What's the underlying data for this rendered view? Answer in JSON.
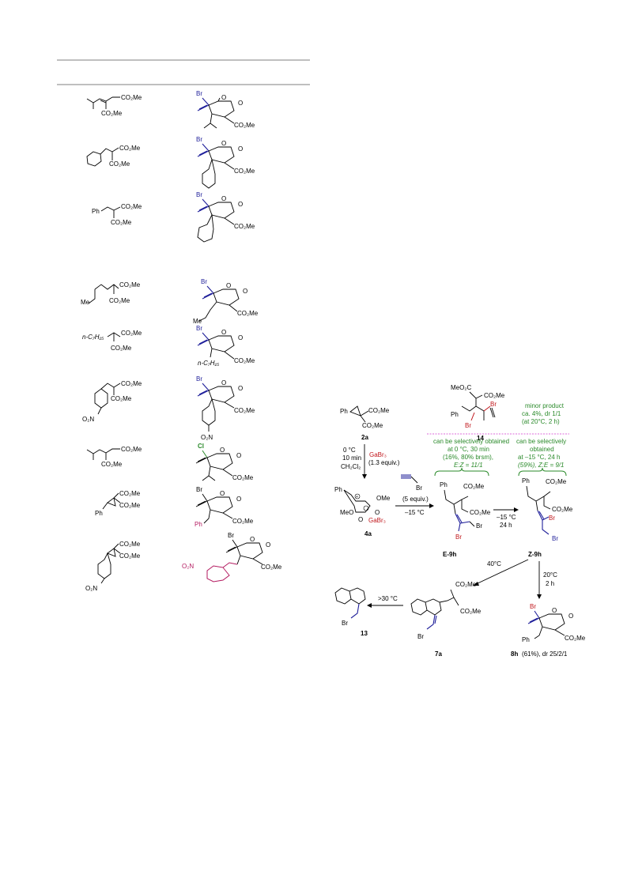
{
  "table": {
    "rows": [
      {
        "reactant_sub": "CO₂Me",
        "reactant_sub2": "CO₂Me",
        "product_halogen": "Br",
        "product_ester": "CO₂Me"
      },
      {
        "reactant_sub": "CO₂Me",
        "reactant_sub2": "CO₂Me",
        "product_halogen": "Br",
        "product_ester": "CO₂Me"
      },
      {
        "reactant_prefix": "Ph",
        "reactant_sub": "CO₂Me",
        "reactant_sub2": "CO₂Me",
        "product_halogen": "Br",
        "product_ester": "CO₂Me"
      },
      {
        "reactant_prefix": "Me",
        "reactant_sub": "CO₂Me",
        "reactant_sub2": "CO₂Me",
        "product_halogen": "Br",
        "product_prefix": "Me",
        "product_ester": "CO₂Me"
      },
      {
        "reactant_prefix": "n-C₇H₁₅",
        "reactant_sub": "CO₂Me",
        "reactant_sub2": "CO₂Me",
        "product_halogen": "Br",
        "product_prefix": "n-C₇H₁₅",
        "product_ester": "CO₂Me"
      },
      {
        "reactant_prefix": "O₂N",
        "reactant_sub": "CO₂Me",
        "reactant_sub2": "CO₂Me",
        "product_halogen": "Br",
        "product_prefix": "O₂N",
        "product_ester": "CO₂Me"
      },
      {
        "reactant_sub": "CO₂Me",
        "reactant_sub2": "CO₂Me",
        "product_halogen": "Cl",
        "product_ester": "CO₂Me"
      },
      {
        "reactant_prefix": "Ph",
        "reactant_sub": "CO₂Me",
        "reactant_sub2": "CO₂Me",
        "product_halogen": "Br",
        "product_prefix": "Ph",
        "product_ester": "CO₂Me"
      },
      {
        "reactant_prefix": "O₂N",
        "reactant_sub": "CO₂Me",
        "reactant_sub2": "CO₂Me",
        "product_halogen": "Br",
        "product_prefix": "O₂N",
        "product_ester": "CO₂Me"
      }
    ]
  },
  "scheme": {
    "cpd_2a": "2a",
    "cpd_4a": "4a",
    "cpd_14": "14",
    "cpd_E9h": "E-9h",
    "cpd_Z9h": "Z-9h",
    "cpd_7a": "7a",
    "cpd_13": "13",
    "cpd_8h": "8h",
    "cpd_8h_yield": "(61%), dr 25/2/1",
    "cond1_temp": "0 °C",
    "cond1_time": "10 min",
    "cond1_solvent": "CH₂Cl₂",
    "cond1_reagent": "GaBr₃",
    "cond1_equiv": "(1.3 equiv.)",
    "propargyl_equiv": "(5 equiv.)",
    "propargyl_temp": "–15 °C",
    "step2_temp": "–15 °C",
    "step2_time": "24 h",
    "step3_temp": "20°C",
    "step3_time": "2 h",
    "step4_temp": "40°C",
    "step5_temp": ">30 °C",
    "minor_1": "minor product",
    "minor_2": "ca. 4%, dr 1/1",
    "minor_3": "(at 20°C, 2 h)",
    "E_note_1": "can be selectively obtained",
    "E_note_2": "at 0 °C, 30 min",
    "E_note_3": "(16%, 80% brsm),",
    "E_note_4": "E:Z  = 11/1",
    "Z_note_1": "can be selectively",
    "Z_note_2": "obtained",
    "Z_note_3": "at –15 °C, 24 h",
    "Z_note_4": "(59%), Z:E  = 9/1",
    "lbl_Ph": "Ph",
    "lbl_CO2Me": "CO₂Me",
    "lbl_MeO2C": "MeO₂C",
    "lbl_Br": "Br",
    "lbl_OMe": "OMe",
    "lbl_MeO": "MeO",
    "lbl_O": "O",
    "lbl_GaBr3": "GaBr₃"
  }
}
